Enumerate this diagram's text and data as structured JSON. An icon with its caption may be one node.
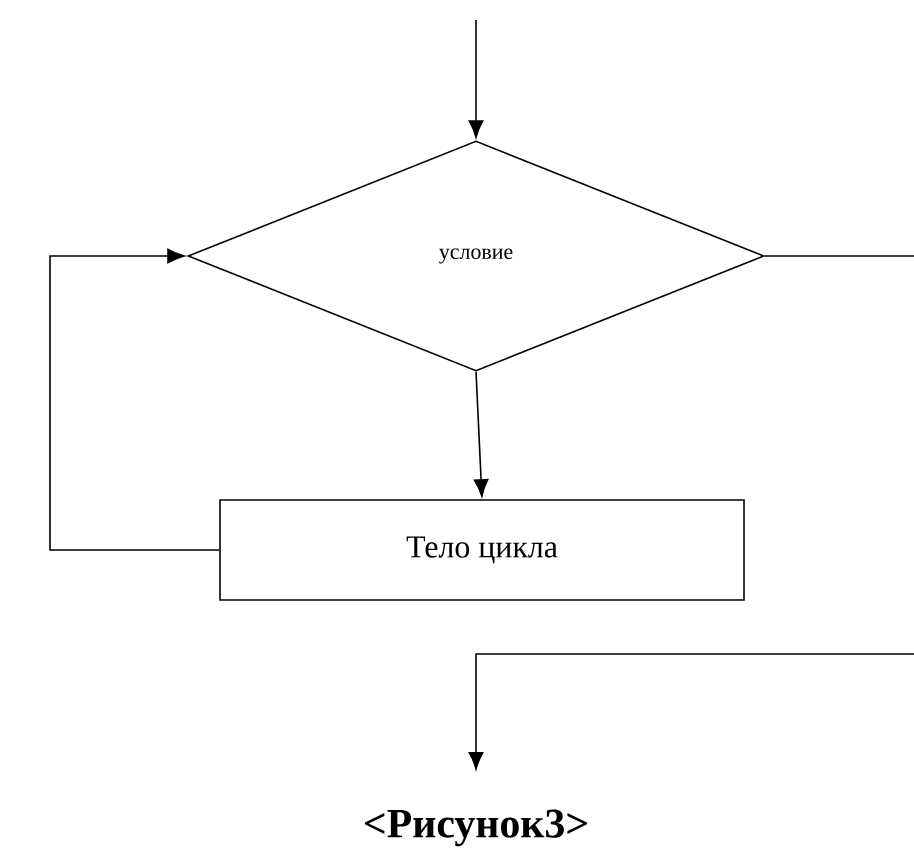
{
  "diagram": {
    "caption": "<Рисунок3>",
    "nodes": [
      {
        "text": [
          "условие"
        ]
      },
      {
        "text": [
          "Тело цикла"
        ]
      }
    ],
    "edges": [
      {
        "from": null,
        "to": 0,
        "arrow": "to"
      },
      {
        "from": 0,
        "to": 1,
        "arrow": "to"
      },
      {
        "from": 1,
        "to": 0,
        "arrow": "to"
      },
      {
        "from": 0,
        "to": null,
        "arrow": "none"
      }
    ]
  }
}
